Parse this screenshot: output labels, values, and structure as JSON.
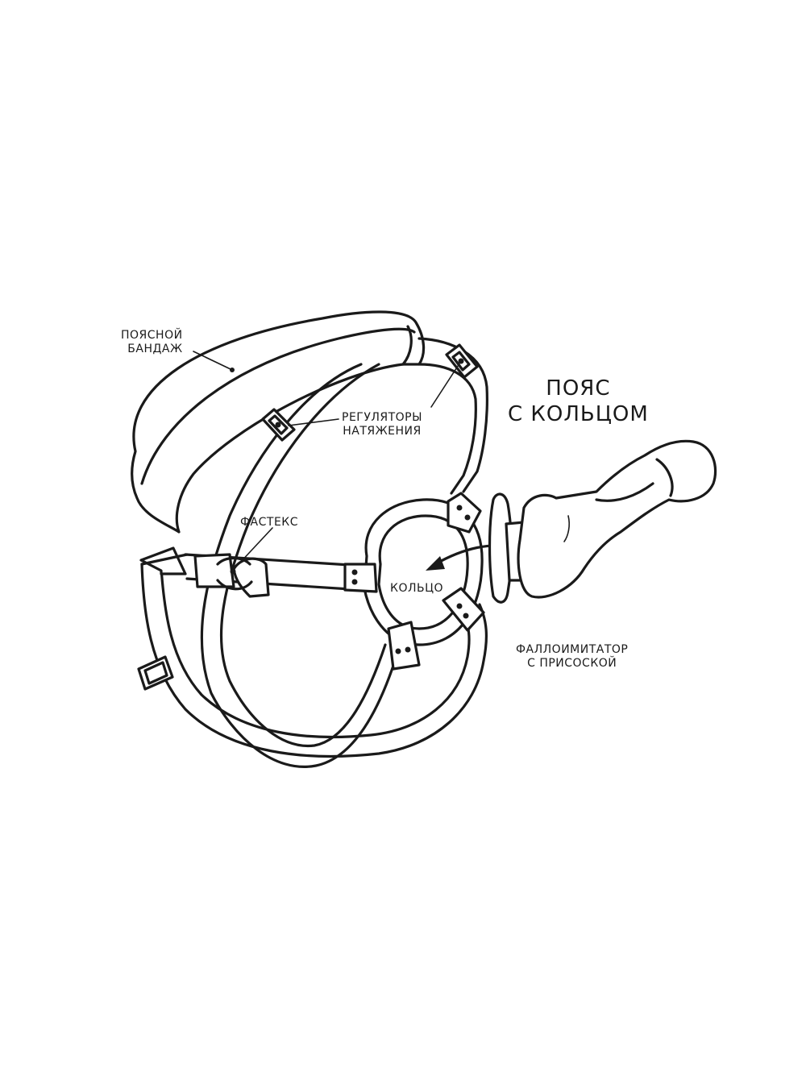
{
  "title": {
    "line1": "ПОЯС",
    "line2": "С КОЛЬЦОМ"
  },
  "labels": {
    "waist_bandage": {
      "line1": "ПОЯСНОЙ",
      "line2": "БАНДАЖ"
    },
    "tension_adjusters": {
      "line1": "РЕГУЛЯТОРЫ",
      "line2": "НАТЯЖЕНИЯ"
    },
    "fastex": {
      "line1": "ФАСТЕКС"
    },
    "ring": {
      "line1": "КОЛЬЦО"
    },
    "dildo": {
      "line1": "ФАЛЛОИМИТАТОР",
      "line2": "С ПРИСОСКОЙ"
    }
  },
  "colors": {
    "stroke": "#1a1a1a",
    "background": "#ffffff"
  }
}
